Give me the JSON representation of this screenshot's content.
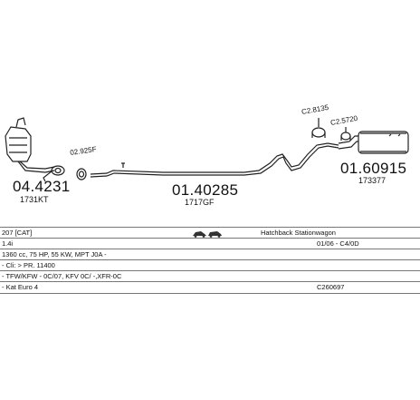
{
  "parts": {
    "catalyst": {
      "number": "04.4231",
      "code": "1731KT"
    },
    "gasket_front": {
      "code": "02.925F"
    },
    "middle_pipe": {
      "number": "01.40285",
      "code": "1717GF"
    },
    "clamp_1": {
      "code": "C2.8135"
    },
    "clamp_2": {
      "code": "C2.5720"
    },
    "rear_silencer": {
      "number": "01.60915",
      "code": "173377"
    }
  },
  "vehicle": {
    "row1": {
      "model": "207 [CAT]",
      "body": "Hatchback Stationwagon",
      "car_icon": "car-silhouettes-icon"
    },
    "row2": {
      "engine": "1.4i",
      "period": "01/06 - C4/0D"
    },
    "row3": {
      "details": "1360 cc, 75 HP, 55 KW, MPT J0A -"
    },
    "row4": {
      "details": "- Cli: > PR. 11400"
    },
    "row5": {
      "details": "- TFW/KFW - 0C/07, KFV 0C/ -,XFR-0C"
    },
    "row6": {
      "details": "- Kat Euro 4",
      "kit": "C260697"
    }
  }
}
